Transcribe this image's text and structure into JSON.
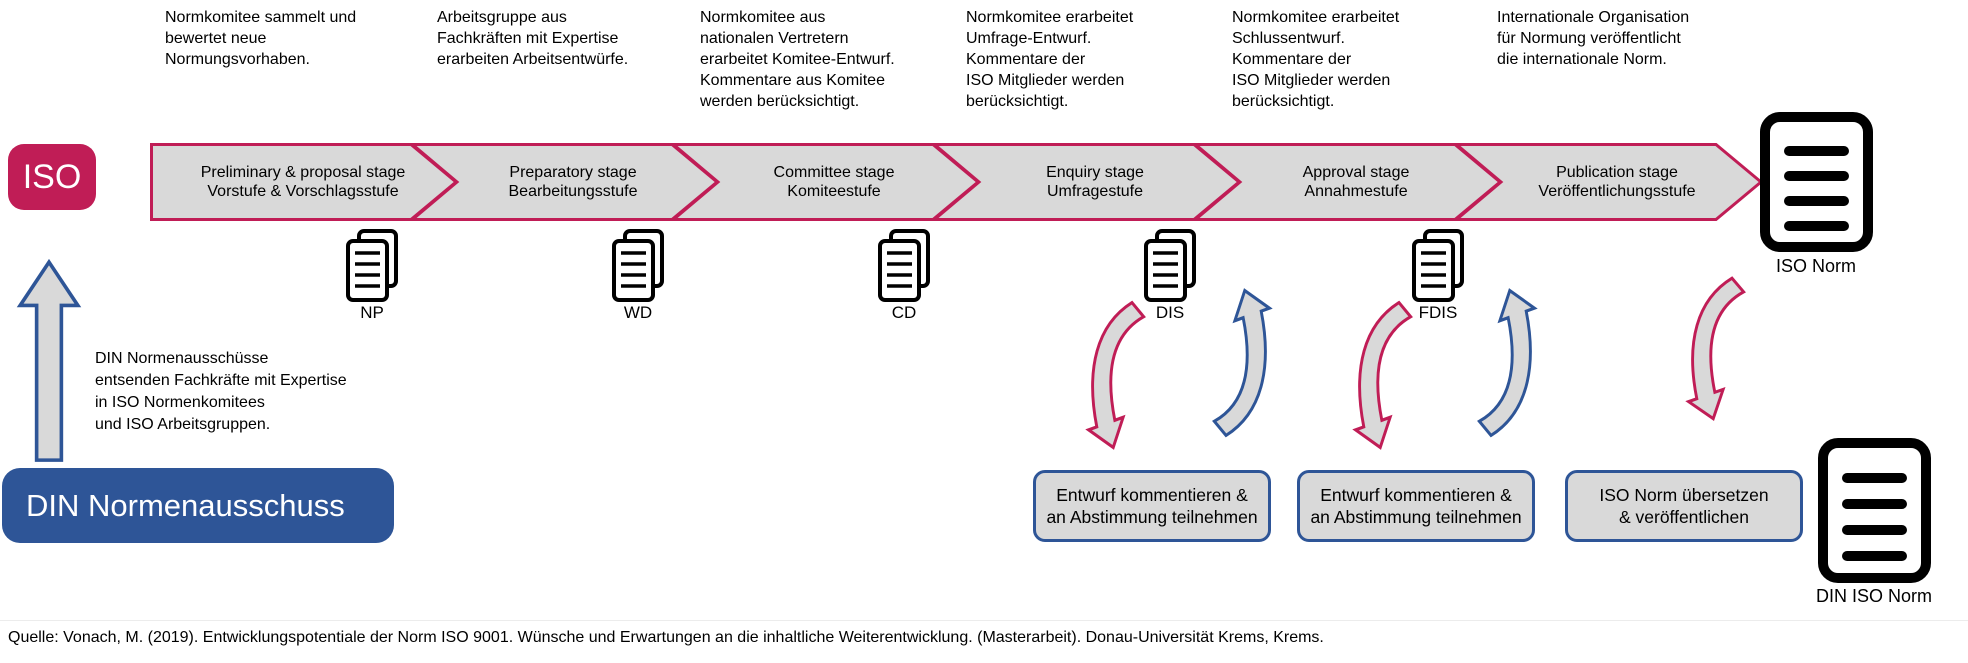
{
  "colors": {
    "magenta": "#c01d56",
    "blue": "#2e5597",
    "light_gray": "#d9d9d9",
    "black": "#000000",
    "white": "#ffffff"
  },
  "top_notes": [
    {
      "text": "Normkomitee sammelt und\nbewertet neue\nNormungsvorhaben."
    },
    {
      "text": "Arbeitsgruppe aus\nFachkräften mit Expertise\nerarbeiten Arbeitsentwürfe."
    },
    {
      "text": "Normkomitee aus\nnationalen Vertretern\nerarbeitet Komitee-Entwurf.\nKommentare aus Komitee\nwerden berücksichtigt."
    },
    {
      "text": "Normkomitee erarbeitet\nUmfrage-Entwurf.\nKommentare der\nISO Mitglieder werden\nberücksichtigt."
    },
    {
      "text": "Normkomitee erarbeitet\nSchlussentwurf.\nKommentare der\nISO Mitglieder werden\nberücksichtigt."
    },
    {
      "text": "Internationale Organisation\nfür Normung veröffentlicht\ndie internationale Norm."
    }
  ],
  "iso_label": "ISO",
  "stages": [
    {
      "en": "Preliminary & proposal stage",
      "de": "Vorstufe & Vorschlagsstufe"
    },
    {
      "en": "Preparatory stage",
      "de": "Bearbeitungsstufe"
    },
    {
      "en": "Committee stage",
      "de": "Komiteestufe"
    },
    {
      "en": "Enquiry stage",
      "de": "Umfragestufe"
    },
    {
      "en": "Approval stage",
      "de": "Annahmestufe"
    },
    {
      "en": "Publication stage",
      "de": "Veröffentlichungsstufe"
    }
  ],
  "documents": [
    {
      "label": "NP"
    },
    {
      "label": "WD"
    },
    {
      "label": "CD"
    },
    {
      "label": "DIS"
    },
    {
      "label": "FDIS"
    }
  ],
  "iso_norm_label": "ISO Norm",
  "din_note": "DIN Normenausschüsse\nentsenden Fachkräfte mit Expertise\nin ISO Normenkomitees\nund ISO Arbeitsgruppen.",
  "din_box_label": "DIN Normenausschuss",
  "action_boxes": [
    {
      "text": "Entwurf kommentieren &\nan Abstimmung teilnehmen"
    },
    {
      "text": "Entwurf kommentieren &\nan Abstimmung teilnehmen"
    },
    {
      "text": "ISO Norm übersetzen\n& veröffentlichen"
    }
  ],
  "din_iso_norm_label": "DIN ISO Norm",
  "source": "Quelle: Vonach, M. (2019). Entwicklungspotentiale der Norm ISO 9001. Wünsche und Erwartungen an die inhaltliche Weiterentwicklung. (Masterarbeit). Donau-Universität Krems, Krems."
}
